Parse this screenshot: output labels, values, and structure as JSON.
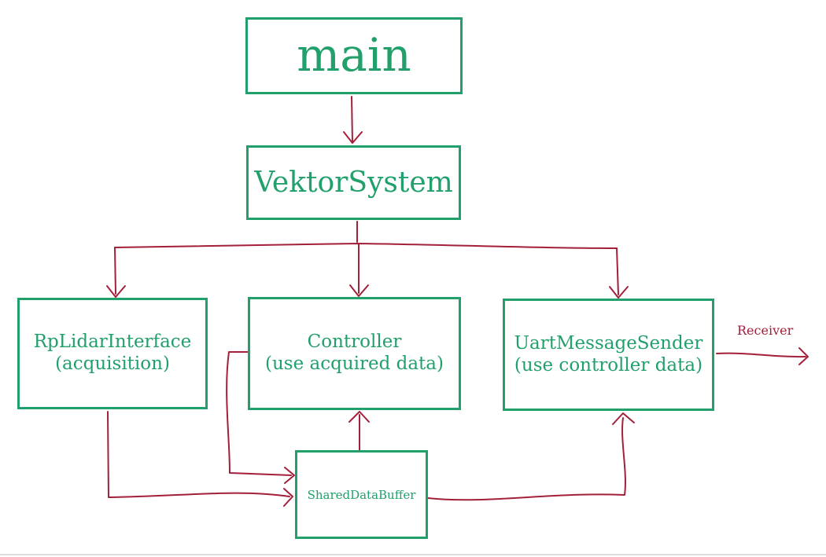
{
  "colors": {
    "box_border": "#22a06b",
    "box_text": "#22a06b",
    "connector": "#a3203a"
  },
  "nodes": {
    "main": {
      "label": "main"
    },
    "vektor_system": {
      "label": "VektorSystem"
    },
    "rplidar_interface": {
      "line1": "RpLidarInterface",
      "line2": "(acquisition)"
    },
    "controller": {
      "line1": "Controller",
      "line2": "(use acquired data)"
    },
    "uart_message_sender": {
      "line1": "UartMessageSender",
      "line2": "(use controller data)"
    },
    "shared_data_buffer": {
      "label": "SharedDataBuffer"
    }
  },
  "external": {
    "receiver_label": "Receiver"
  }
}
